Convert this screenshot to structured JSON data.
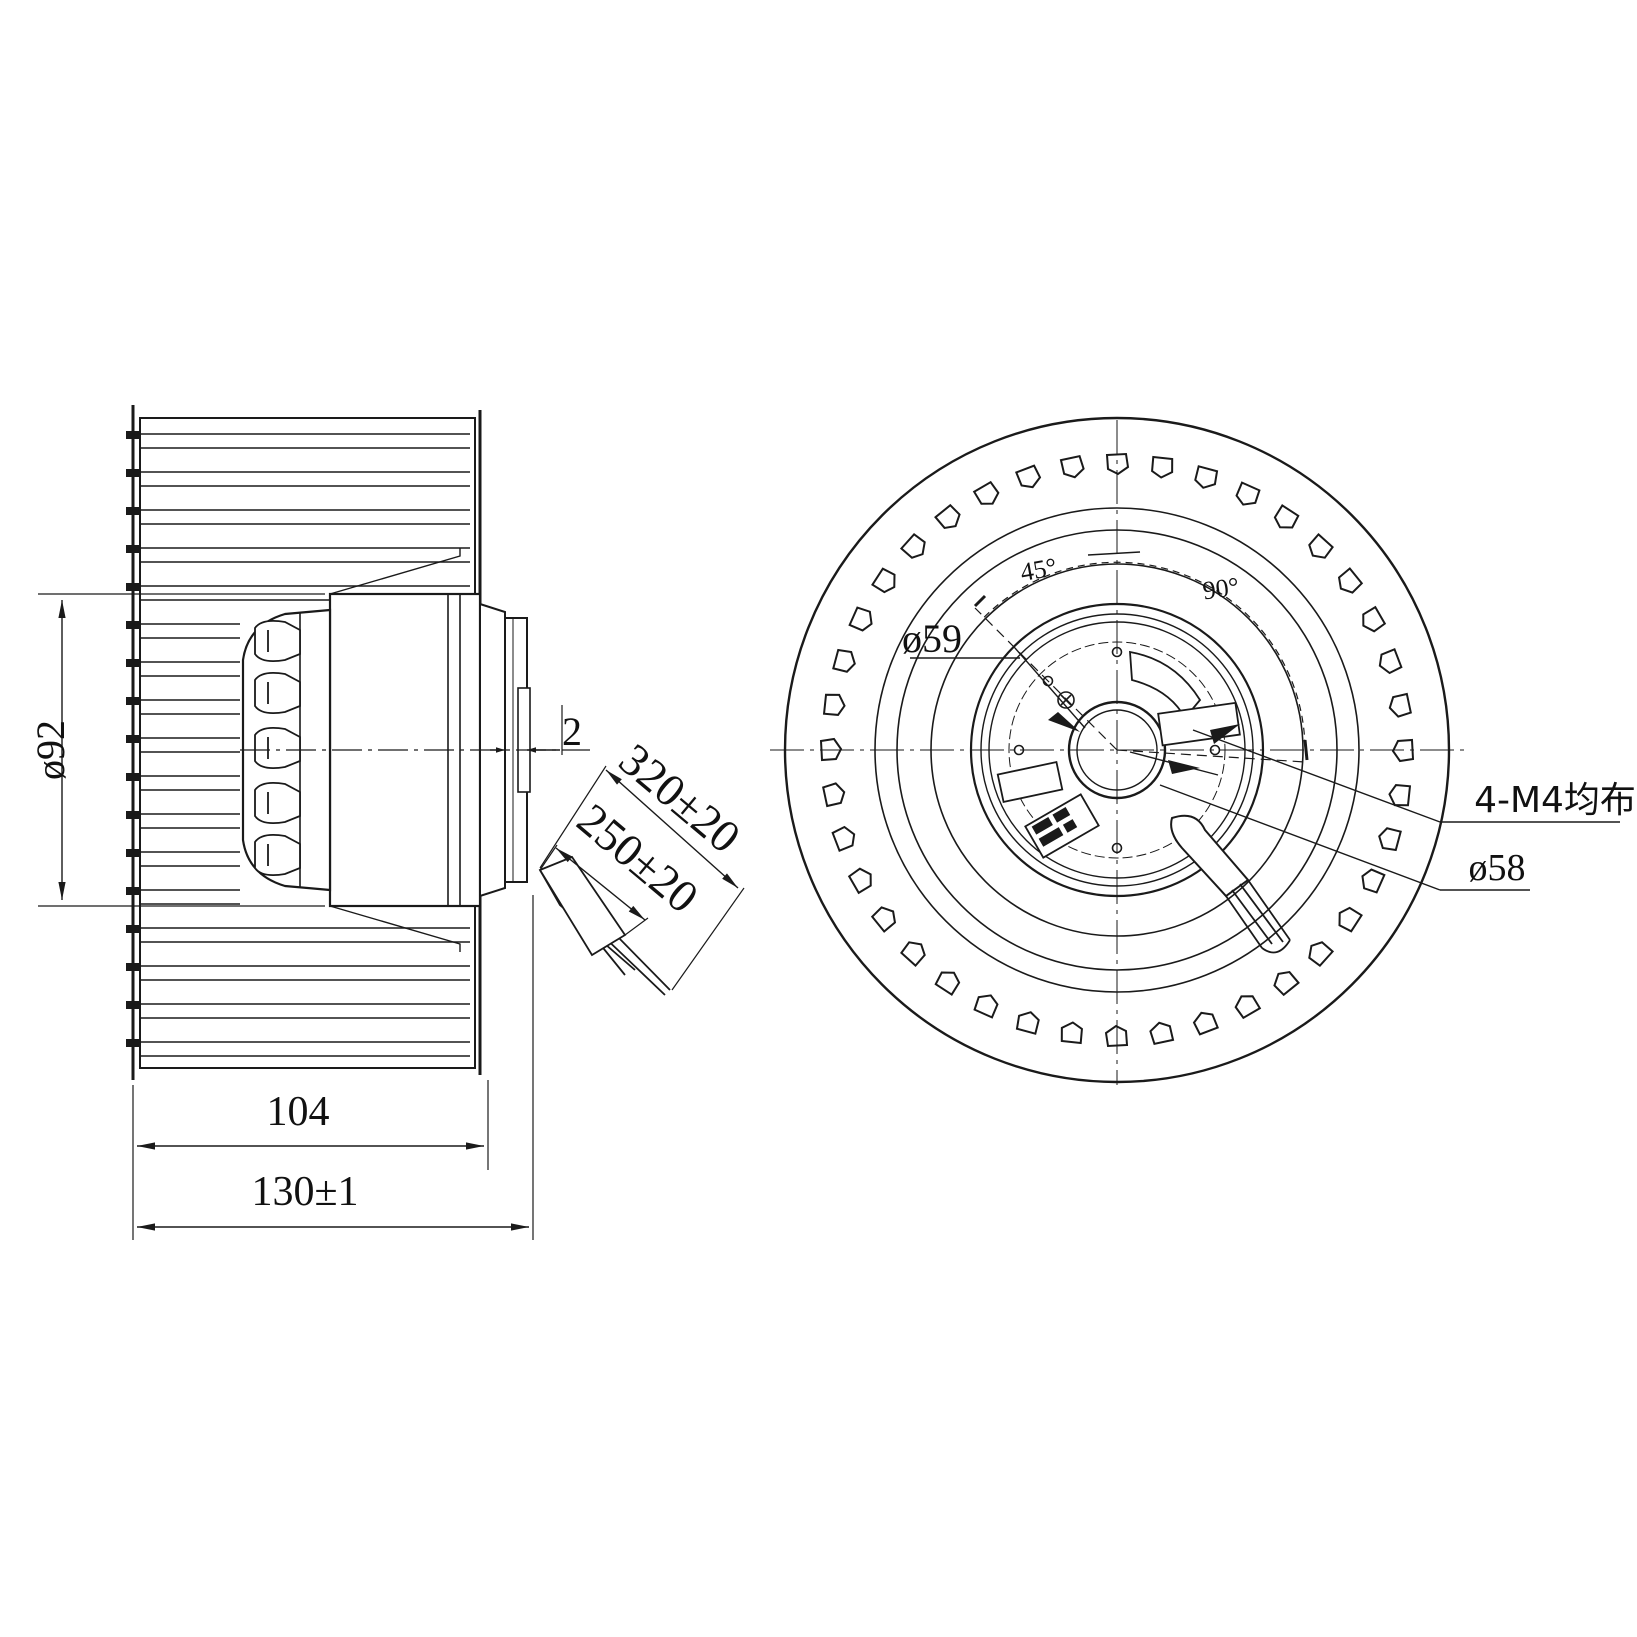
{
  "colors": {
    "line": "#1a1a1a",
    "background": "#ffffff"
  },
  "side_view": {
    "dim_diameter_92": "ø92",
    "dim_length_104": "104",
    "dim_length_130": "130±1",
    "dim_gap_2": "2",
    "dim_cable_320": "320±20",
    "dim_cable_250": "250±20"
  },
  "front_view": {
    "angle_45": "45°",
    "angle_90": "90°",
    "dim_diameter_59": "ø59",
    "callout_thread": "4-M4均布",
    "dim_diameter_58": "ø58"
  }
}
